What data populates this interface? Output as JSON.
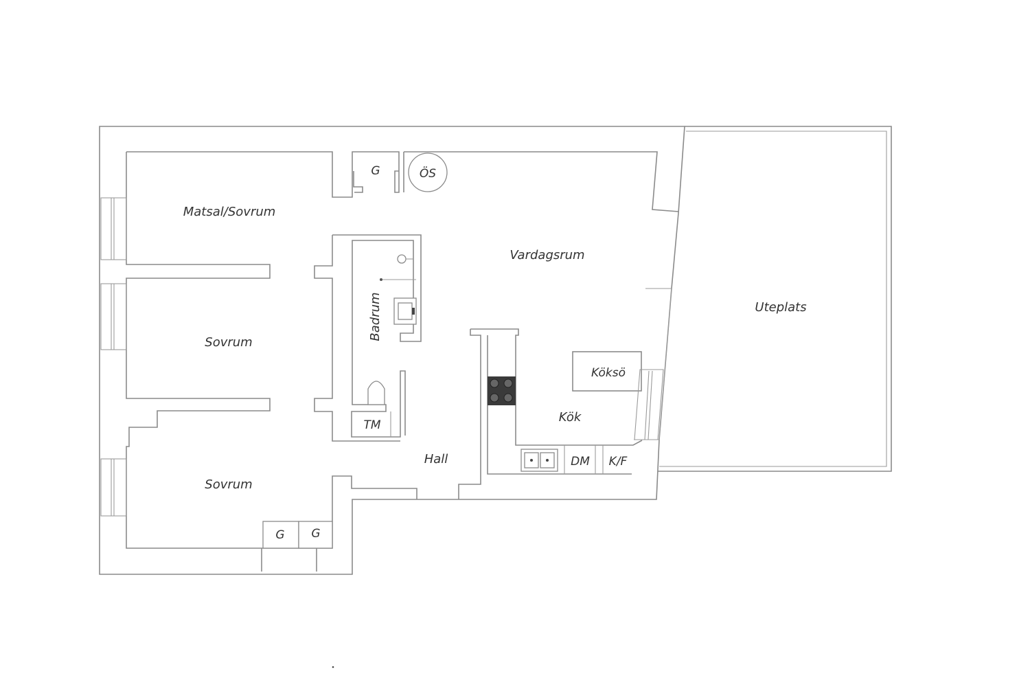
{
  "rooms": {
    "matsal": "Matsal/Sovrum",
    "vardagsrum": "Vardagsrum",
    "sovrum_mid": "Sovrum",
    "sovrum_bottom": "Sovrum",
    "badrum": "Badrum",
    "hall": "Hall",
    "kok": "Kök",
    "uteplats": "Uteplats"
  },
  "fixtures": {
    "koksso": "Köksö",
    "dm": "DM",
    "kf": "K/F",
    "tm": "TM",
    "os": "ÖS",
    "garderob_top": "G",
    "garderob_bottom_1": "G",
    "garderob_bottom_2": "G"
  },
  "colors": {
    "wall": "#8a8a8a",
    "text": "#333333",
    "stove": "#3a3a3a"
  }
}
